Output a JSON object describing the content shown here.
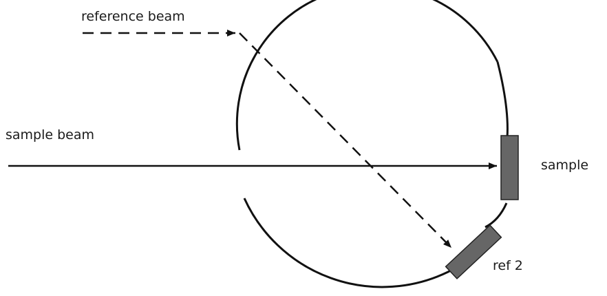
{
  "labels": {
    "reference_beam": "reference beam",
    "sample_beam": "sample beam",
    "sample": "sample",
    "ref2": "ref 2"
  },
  "colors": {
    "stroke": "#111111",
    "patch_fill": "#666666"
  }
}
